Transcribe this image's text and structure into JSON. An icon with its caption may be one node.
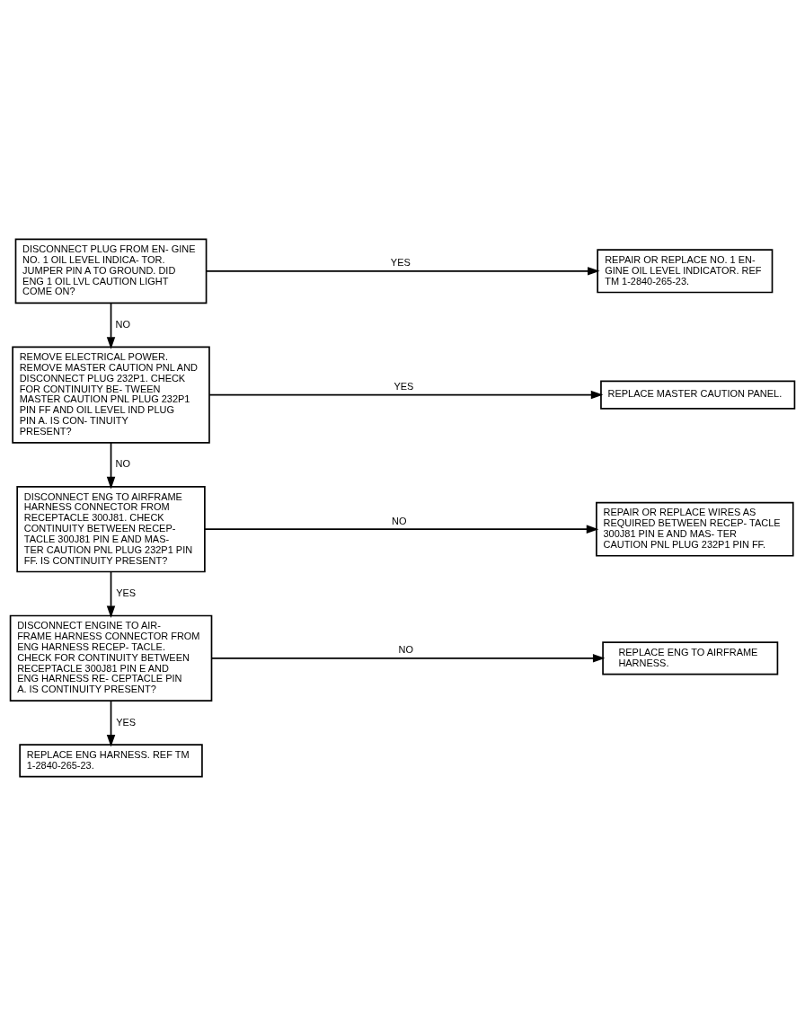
{
  "diagram": {
    "nodes": [
      {
        "text": [
          "DISCONNECT PLUG FROM EN- GINE NO. 1 OIL LEVEL INDICA- TOR. JUMPER PIN A TO GROUND. DID ENG 1 OIL LVL CAUTION LIGHT COME ON?"
        ]
      },
      {
        "text": [
          "REPAIR OR REPLACE NO. 1 EN- GINE OIL LEVEL INDICATOR. REF TM 1-2840-265-23."
        ]
      },
      {
        "text": [
          "REMOVE ELECTRICAL POWER. REMOVE MASTER CAUTION PNL AND DISCONNECT PLUG 232P1. CHECK FOR CONTINUITY BE- TWEEN MASTER CAUTION PNL PLUG 232P1 PIN FF AND OIL LEVEL IND PLUG PIN A. IS CON- TINUITY PRESENT?"
        ]
      },
      {
        "text": [
          "REPLACE MASTER CAUTION PANEL."
        ]
      },
      {
        "text": [
          "DISCONNECT ENG TO AIRFRAME HARNESS CONNECTOR FROM RECEPTACLE 300J81. CHECK CONTINUITY BETWEEN RECEP- TACLE 300J81 PIN E AND MAS- TER CAUTION PNL PLUG 232P1 PIN FF. IS CONTINUITY PRESENT?"
        ]
      },
      {
        "text": [
          "REPAIR OR REPLACE WIRES AS REQUIRED BETWEEN RECEP- TACLE 300J81 PIN E AND MAS- TER CAUTION PNL PLUG 232P1 PIN FF."
        ]
      },
      {
        "text": [
          "DISCONNECT ENGINE TO AIR- FRAME HARNESS CONNECTOR FROM ENG HARNESS RECEP- TACLE. CHECK FOR CONTINUITY BETWEEN RECEPTACLE 300J81 PIN E AND ENG HARNESS RE- CEPTACLE PIN A. IS CONTINUITY PRESENT?"
        ]
      },
      {
        "text": [
          "REPLACE ENG TO AIRFRAME HARNESS."
        ]
      },
      {
        "text": [
          "REPLACE ENG HARNESS. REF TM 1-2840-265-23."
        ]
      }
    ],
    "edges": [
      {
        "from": 0,
        "to": 1,
        "arrow": "to",
        "label": "YES"
      },
      {
        "from": 0,
        "to": 2,
        "arrow": "to",
        "label": "NO"
      },
      {
        "from": 2,
        "to": 3,
        "arrow": "to",
        "label": "YES"
      },
      {
        "from": 2,
        "to": 4,
        "arrow": "to",
        "label": "NO"
      },
      {
        "from": 4,
        "to": 5,
        "arrow": "to",
        "label": "NO"
      },
      {
        "from": 4,
        "to": 6,
        "arrow": "to",
        "label": "YES"
      },
      {
        "from": 6,
        "to": 7,
        "arrow": "to",
        "label": "NO"
      },
      {
        "from": 6,
        "to": 8,
        "arrow": "to",
        "label": "YES"
      }
    ]
  }
}
